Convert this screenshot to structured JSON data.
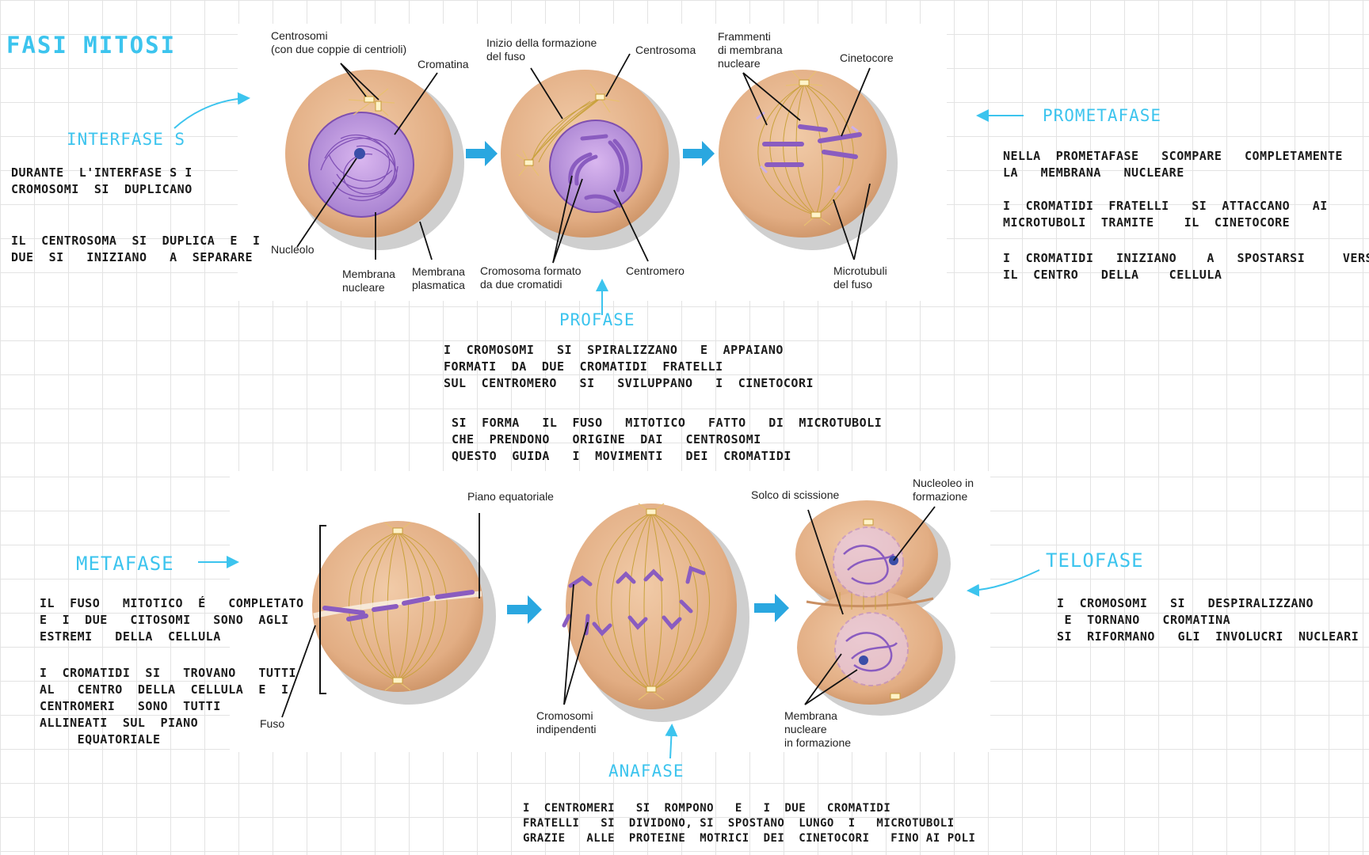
{
  "page": {
    "title": "FASI  MITOSI",
    "colors": {
      "accent": "#3cc4ee",
      "cell": "#e7b58f",
      "chromosome": "#9b6fc8",
      "spindle": "#c9a23c",
      "arrow": "#2aa7e0"
    }
  },
  "headings": {
    "interfase": "INTERFASE  S",
    "profase": "PROFASE",
    "prometafase": "PROMETAFASE",
    "metafase": "METAFASE",
    "anafase": "ANAFASE",
    "telofase": "TELOFASE"
  },
  "notes": {
    "interfase_1": "DURANTE  L'INTERFASE S I\nCROMOSOMI  SI  DUPLICANO",
    "interfase_2": "IL  CENTROSOMA  SI  DUPLICA  E  I\nDUE  SI   INIZIANO   A  SEPARARE",
    "profase_1": "I  CROMOSOMI   SI  SPIRALIZZANO   E  APPAIANO\nFORMATI  DA  DUE  CROMATIDI  FRATELLI\nSUL  CENTROMERO   SI   SVILUPPANO   I  CINETOCORI",
    "profase_2": "SI  FORMA   IL  FUSO   MITOTICO   FATTO   DI  MICROTUBOLI\nCHE  PRENDONO   ORIGINE  DAI   CENTROSOMI\nQUESTO  GUIDA   I  MOVIMENTI   DEI  CROMATIDI",
    "prometafase_1": "NELLA  PROMETAFASE   SCOMPARE   COMPLETAMENTE\nLA   MEMBRANA   NUCLEARE",
    "prometafase_2": "I  CROMATIDI  FRATELLI   SI  ATTACCANO   AI\nMICROTUBOLI  TRAMITE    IL  CINETOCORE",
    "prometafase_3": "I  CROMATIDI   INIZIANO    A   SPOSTARSI     VERSO\nIL  CENTRO   DELLA    CELLULA",
    "metafase_1": "IL  FUSO   MITOTICO  É   COMPLETATO\nE  I  DUE   CITOSOMI   SONO  AGLI\nESTREMI   DELLA  CELLULA",
    "metafase_2": "I  CROMATIDI  SI   TROVANO   TUTTI\nAL   CENTRO  DELLA  CELLULA  E  I\nCENTROMERI   SONO  TUTTI\nALLINEATI  SUL  PIANO\n     EQUATORIALE",
    "anafase_1": "I  CENTROMERI   SI  ROMPONO   E   I  DUE   CROMATIDI\nFRATELLI   SI  DIVIDONO, SI  SPOSTANO  LUNGO  I   MICROTUBOLI\nGRAZIE   ALLE  PROTEINE  MOTRICI  DEI  CINETOCORI   FINO AI POLI",
    "telofase_1": "I  CROMOSOMI   SI   DESPIRALIZZANO\n E  TORNANO   CROMATINA\nSI  RIFORMANO   GLI  INVOLUCRI  NUCLEARI"
  },
  "labels": {
    "centrosomi": "Centrosomi\n(con due coppie di centrioli)",
    "cromatina": "Cromatina",
    "nucleolo": "Nucleolo",
    "membrana_nucleare": "Membrana\nnucleare",
    "membrana_plasmatica": "Membrana\nplasmatica",
    "inizio_fuso": "Inizio della formazione\ndel fuso",
    "centrosoma": "Centrosoma",
    "cromosoma_due": "Cromosoma formato\nda due cromatidi",
    "centromero": "Centromero",
    "frammenti": "Frammenti\ndi membrana\nnucleare",
    "cinetocore": "Cinetocore",
    "microtubuli": "Microtubuli\ndel fuso",
    "piano": "Piano equatoriale",
    "fuso": "Fuso",
    "cromosomi_indip": "Cromosomi\nindipendenti",
    "solco": "Solco di scissione",
    "nucleoleo": "Nucleoleo in\nformazione",
    "membrana_formazione": "Membrana\nnucleare\nin formazione"
  }
}
